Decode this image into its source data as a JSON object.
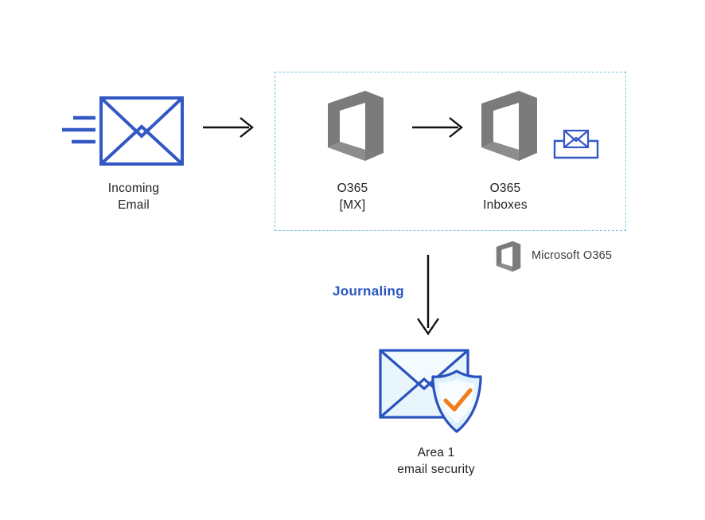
{
  "diagram": {
    "title": "Email journaling flow to Area 1 email security",
    "colors": {
      "envelope_blue": "#3358c4",
      "office_grey": "#7b7b7b",
      "dashed_border": "#7ec5dd",
      "arrow_black": "#111111",
      "journaling_blue": "#2b58c4",
      "shield_orange": "#f07d20",
      "area1_envelope_fill": "#e8f4fb",
      "area1_outline": "#2a52be",
      "shield_fill": "#cfeaf8"
    },
    "nodes": {
      "incoming_email": {
        "label": "Incoming\nEmail",
        "icon": "envelope-icon"
      },
      "o365_mx": {
        "label": "O365\n[MX]",
        "icon": "office-365-icon"
      },
      "o365_inboxes": {
        "label": "O365\nInboxes",
        "icon": "office-365-icon",
        "secondary_icon": "inbox-tray-icon"
      },
      "area1": {
        "label": "Area 1\nemail security",
        "icon": "shielded-envelope-icon"
      }
    },
    "edges": {
      "incoming_to_mx": {
        "type": "arrow-right",
        "label": ""
      },
      "mx_to_inboxes": {
        "type": "arrow-right",
        "label": ""
      },
      "inboxes_to_area1": {
        "type": "arrow-down",
        "label": "Journaling"
      }
    },
    "legend": {
      "label": "Microsoft O365",
      "icon": "office-365-icon"
    },
    "zone": {
      "name": "microsoft-o365-boundary",
      "style": "dashed"
    }
  }
}
